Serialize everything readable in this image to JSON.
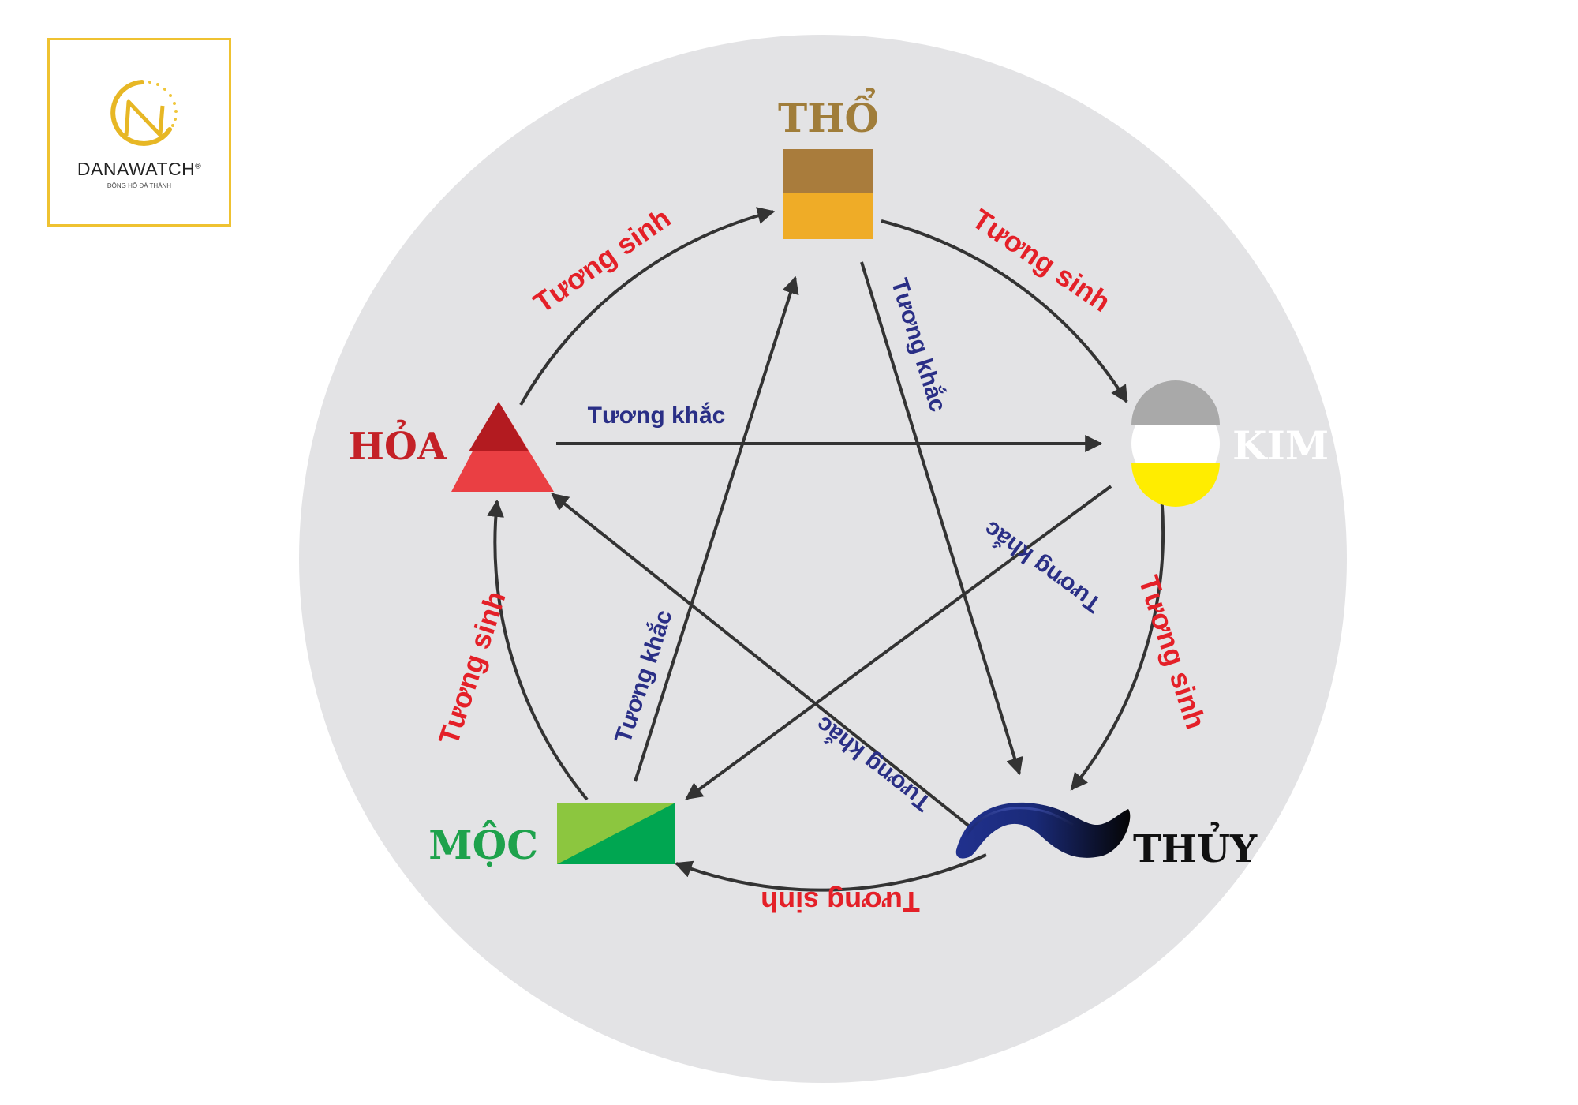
{
  "logo": {
    "brand": "DANAWATCH",
    "registered": "®",
    "tagline": "ĐỒNG HỒ ĐÀ THÀNH"
  },
  "elements": {
    "tho": "THỔ",
    "kim": "KIM",
    "thuy": "THỦY",
    "moc": "MỘC",
    "hoa": "HỎA"
  },
  "relations": {
    "sinh": "Tương sinh",
    "khac": "Tương khắc"
  },
  "colors": {
    "background_circle": "#e3e3e5",
    "arrow": "#333333",
    "sinh_text": "#e42028",
    "khac_text": "#2a2f86",
    "tho_label": "#a07d3a",
    "kim_label": "#ffffff",
    "thuy_label": "#111111",
    "moc_label": "#1ea24c",
    "hoa_label": "#c42127"
  }
}
